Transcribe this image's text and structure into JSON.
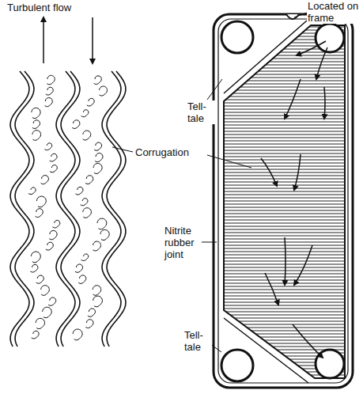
{
  "diagram": {
    "labels": [
      "Turbulent flow",
      "Located on frame",
      "Tell-tale",
      "Corrugation",
      "Nitrite rubber joint",
      "Tell-tale"
    ]
  }
}
